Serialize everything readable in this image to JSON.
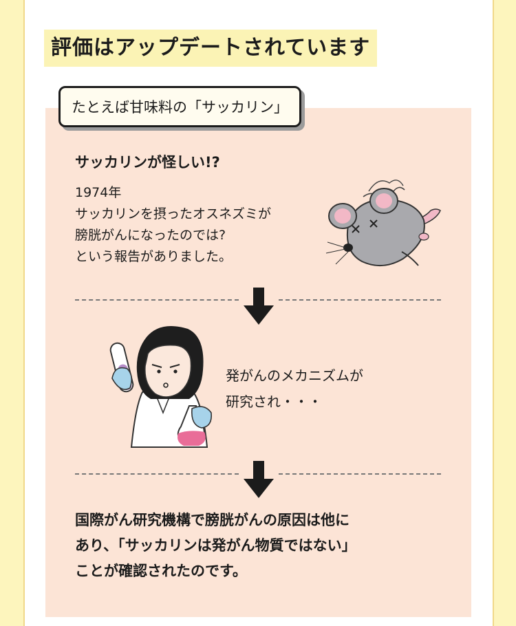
{
  "heading": "評価はアップデートされています",
  "tag_label": "たとえば甘味料の「サッカリン」",
  "question_title": "サッカリンが怪しい!?",
  "report_lines": [
    "1974年",
    "サッカリンを摂ったオスネズミが",
    "膀胱がんになったのでは?",
    "という報告がありました。"
  ],
  "research_lines": [
    "発がんのメカニズムが",
    "研究され・・・"
  ],
  "conclusion_lines": [
    "国際がん研究機構で膀胱がんの原因は他に",
    "あり、「サッカリンは発がん物質ではない」",
    "ことが確認されたのです。"
  ],
  "icons": [
    "mouse-illustration",
    "scientist-illustration",
    "down-arrow-icon"
  ],
  "colors": {
    "background": "#fdf5bd",
    "panel": "#fce4d6",
    "heading_highlight": "#fbf3b5"
  }
}
